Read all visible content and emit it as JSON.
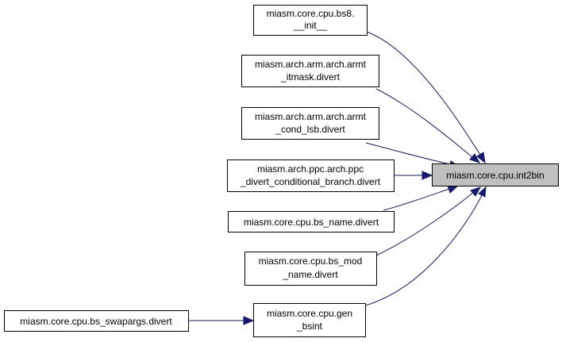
{
  "graph": {
    "target": {
      "lines": [
        "miasm.core.cpu.int2bin"
      ]
    },
    "nodes": [
      {
        "lines": [
          "miasm.core.cpu.bs8.",
          "__init__"
        ]
      },
      {
        "lines": [
          "miasm.arch.arm.arch.armt",
          "_itmask.divert"
        ]
      },
      {
        "lines": [
          "miasm.arch.arm.arch.armt",
          "_cond_lsb.divert"
        ]
      },
      {
        "lines": [
          "miasm.arch.ppc.arch.ppc",
          "_divert_conditional_branch.divert"
        ]
      },
      {
        "lines": [
          "miasm.core.cpu.bs_name.divert"
        ]
      },
      {
        "lines": [
          "miasm.core.cpu.bs_mod",
          "_name.divert"
        ]
      },
      {
        "lines": [
          "miasm.core.cpu.gen",
          "_bsint"
        ]
      },
      {
        "lines": [
          "miasm.core.cpu.bs_swapargs.divert"
        ]
      }
    ],
    "colors": {
      "edge": "#191970",
      "focus_fill": "#bfbfbf",
      "border": "#000000"
    }
  }
}
